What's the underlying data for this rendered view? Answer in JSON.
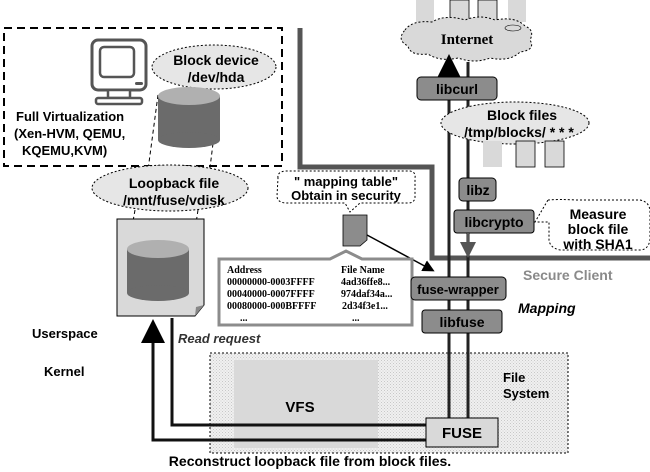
{
  "diagram": {
    "full_virtualization": {
      "title": "Full Virtualization",
      "line2": "(Xen-HVM, QEMU,",
      "line3": "KQEMU,KVM)"
    },
    "block_device": {
      "line1": "Block device",
      "line2": "/dev/hda"
    },
    "loopback_file": {
      "line1": "Loopback file",
      "line2": "/mnt/fuse/vdisk"
    },
    "internet": "Internet",
    "libcurl": "libcurl",
    "block_files": {
      "line1": "Block files",
      "line2": "/tmp/blocks/ * * *"
    },
    "libz": "libz",
    "libcrypto": "libcrypto",
    "measure_callout": {
      "line1": "Measure",
      "line2": "block file",
      "line3": "with SHA1"
    },
    "mapping_callout": {
      "line1": "\" mapping table\"",
      "line2": "Obtain in security"
    },
    "secure_client": "Secure Client",
    "fuse_wrapper": "fuse-wrapper",
    "mapping": "Mapping",
    "libfuse": "libfuse",
    "mapping_table": {
      "headers": [
        "Address",
        "File Name"
      ],
      "rows": [
        [
          "00000000-0003FFFF",
          "4ad36ffe8..."
        ],
        [
          "00040000-0007FFFF",
          "974daf34a..."
        ],
        [
          "00080000-000BFFFF",
          "2d34f3e1..."
        ]
      ],
      "ellipsis": [
        "...",
        "..."
      ]
    },
    "userspace": "Userspace",
    "kernel": "Kernel",
    "read_request": "Read request",
    "vfs": "VFS",
    "fuse": "FUSE",
    "file_system": {
      "line1": "File",
      "line2": "System"
    },
    "caption": "Reconstruct loopback file from block files."
  },
  "colors": {
    "dark_box": "#8c8c8c",
    "light_fill": "#d9d9d9",
    "cylinder_body": "#6b6b6b",
    "cylinder_top": "#b0b0b0",
    "thick_line": "#555555",
    "secure_client_text": "#8a8a8a"
  }
}
